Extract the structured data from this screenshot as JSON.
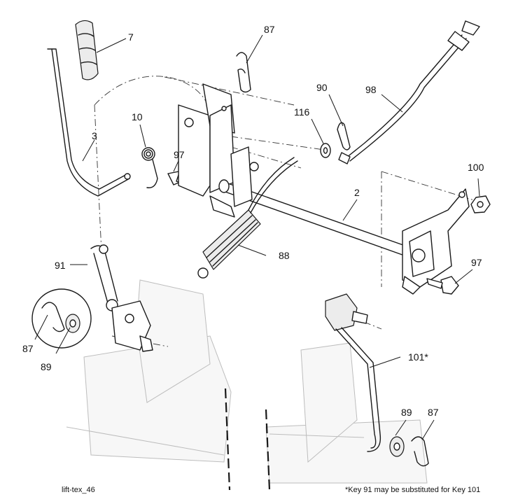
{
  "diagram": {
    "labels": {
      "k7": "7",
      "k3": "3",
      "k10": "10",
      "k97a": "97",
      "k87a": "87",
      "k90": "90",
      "k116": "116",
      "k98": "98",
      "k100": "100",
      "k2": "2",
      "k88": "88",
      "k91": "91",
      "k97b": "97",
      "k87b": "87",
      "k89a": "89",
      "k101": "101*",
      "k89b": "89",
      "k87c": "87"
    },
    "footer_left": "lift-tex_46",
    "footer_right": "*Key 91 may be substituted for Key 101"
  }
}
